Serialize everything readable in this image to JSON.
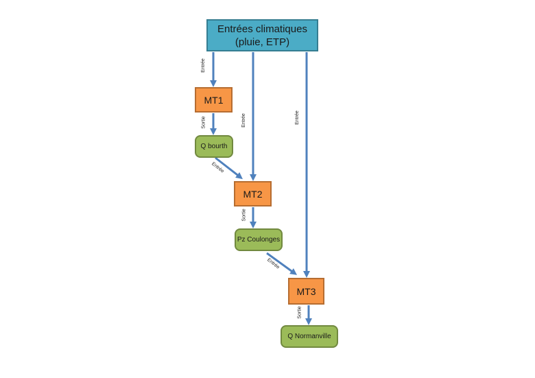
{
  "input": {
    "line1": "Entrées climatiques",
    "line2": "(pluie, ETP)"
  },
  "models": {
    "mt1": "MT1",
    "mt2": "MT2",
    "mt3": "MT3"
  },
  "outputs": {
    "q_bourth": "Q bourth",
    "pz_coulonges": "Pz Coulonges",
    "q_normanville": "Q Normanville"
  },
  "labels": {
    "entree": "Entrée",
    "sortie": "Sortie"
  },
  "colors": {
    "input_fill": "#4bacc6",
    "model_fill": "#f79646",
    "output_fill": "#9bbb59",
    "arrow": "#4f81bd"
  }
}
